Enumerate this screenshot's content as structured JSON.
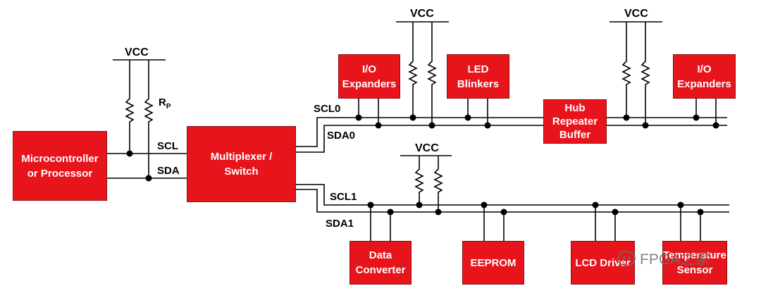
{
  "blocks": {
    "mcu": {
      "line1": "Microcontroller",
      "line2": "or Processor"
    },
    "mux": {
      "line1": "Multiplexer /",
      "line2": "Switch"
    },
    "io_left": {
      "line1": "I/O",
      "line2": "Expanders"
    },
    "led": {
      "line1": "LED",
      "line2": "Blinkers"
    },
    "hub": {
      "line1": "Hub",
      "line2": "Repeater",
      "line3": "Buffer"
    },
    "io_right": {
      "line1": "I/O",
      "line2": "Expanders"
    },
    "data_conv": {
      "line1": "Data",
      "line2": "Converter"
    },
    "eeprom": {
      "line1": "EEPROM"
    },
    "lcd": {
      "line1": "LCD Driver"
    },
    "temp": {
      "line1": "Temperature",
      "line2": "Sensor"
    }
  },
  "labels": {
    "vcc": "VCC",
    "rp_main": "R",
    "rp_sub": "P",
    "scl": "SCL",
    "sda": "SDA",
    "scl0": "SCL0",
    "sda0": "SDA0",
    "scl1": "SCL1",
    "sda1": "SDA1"
  },
  "watermark": {
    "text": "FPGA之家",
    "icon": "wechat-icon"
  },
  "colors": {
    "block_fill": "#e8141c",
    "block_border": "#8a0f12",
    "wire": "#000000",
    "block_text": "#ffffff"
  }
}
